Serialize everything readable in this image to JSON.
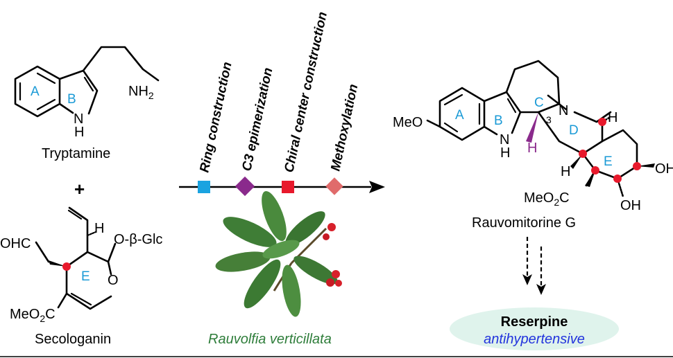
{
  "tryptamine": {
    "ring_a": "A",
    "ring_b": "B",
    "nh2": "NH",
    "nh2_sub": "2",
    "n": "N",
    "h": "H",
    "name": "Tryptamine"
  },
  "plus": "+",
  "secologanin": {
    "ohc": "OHC",
    "h": "H",
    "glc": "O-β-Glc",
    "ring_e": "E",
    "o": "O",
    "ester": "MeO",
    "ester_sub": "2",
    "ester_c": "C",
    "name": "Secologanin"
  },
  "timeline": {
    "steps": [
      {
        "label": "Ring construction",
        "color": "#1aa3e0",
        "shape": "square"
      },
      {
        "label": "C3 epimerization",
        "color": "#8a2a8c",
        "shape": "diamond"
      },
      {
        "label": "Chiral center construction",
        "color": "#e8192c",
        "shape": "square"
      },
      {
        "label": "Methoxylation",
        "color": "#e06b6b",
        "shape": "diamond"
      }
    ]
  },
  "plant": {
    "name": "Rauvolfia verticillata",
    "color": "#2e7d3a"
  },
  "product": {
    "meo": "MeO",
    "meo_color": "#e06b6b",
    "ring_a": "A",
    "ring_b": "B",
    "ring_c": "C",
    "ring_d": "D",
    "ring_e": "E",
    "c3": "3",
    "n": "N",
    "nh_n": "N",
    "nh_h": "H",
    "h3": "H",
    "h3_color": "#8a2a8c",
    "h_top": "H",
    "h_left": "H",
    "oh1": "OH",
    "oh2": "OH",
    "ester": "MeO",
    "ester_sub": "2",
    "ester_c": "C",
    "name": "Rauvomitorine G",
    "stereo_color": "#e8192c"
  },
  "target": {
    "name": "Reserpine",
    "activity": "antihypertensive",
    "activity_color": "#2233dd",
    "bg_color": "#dff3ec"
  }
}
